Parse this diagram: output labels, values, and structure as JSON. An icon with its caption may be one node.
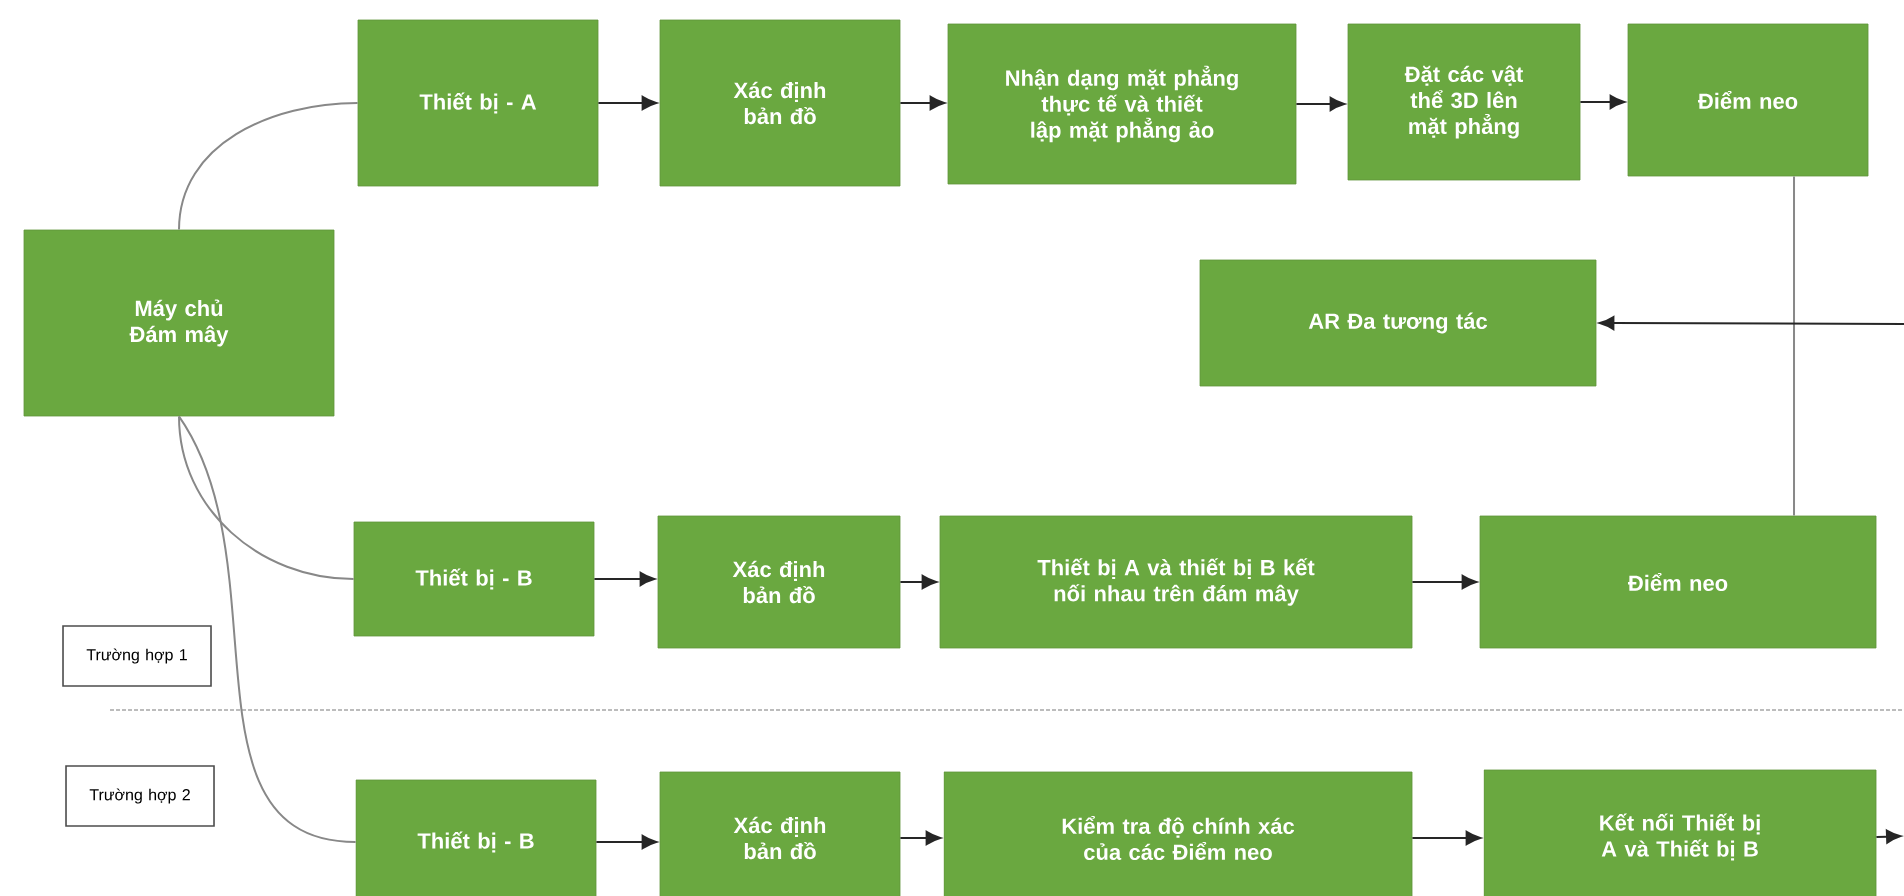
{
  "diagram": {
    "nodes": [
      {
        "text": [
          "Máy chủ Đám mây"
        ]
      },
      {
        "text": [
          "Thiết bị - A"
        ]
      },
      {
        "text": [
          "Xác định bản đồ"
        ]
      },
      {
        "text": [
          "Nhận dạng mặt phẳng thực tế và thiết lập mặt phẳng ảo"
        ]
      },
      {
        "text": [
          "Đặt các vật thể 3D lên mặt phẳng"
        ]
      },
      {
        "text": [
          "Điểm neo"
        ]
      },
      {
        "text": [
          "AR Đa tương tác"
        ]
      },
      {
        "text": [
          "Thiết bị - B"
        ]
      },
      {
        "text": [
          "Xác định bản đồ"
        ]
      },
      {
        "text": [
          "Thiết bị A và thiết bị B kết nối nhau trên đám mây"
        ]
      },
      {
        "text": [
          "Điểm neo"
        ]
      },
      {
        "text": [
          "Trường hợp 1"
        ]
      },
      {
        "text": [
          "Trường hợp 2"
        ]
      },
      {
        "text": [
          "Thiết bị - B"
        ]
      },
      {
        "text": [
          "Xác định bản đồ"
        ]
      },
      {
        "text": [
          "Kiểm tra độ chính xác của các Điểm neo"
        ]
      },
      {
        "text": [
          "Kết nối Thiết bị A và Thiết bị B"
        ]
      }
    ],
    "edges": [
      {
        "from": 0,
        "to": 1,
        "arrow": "none",
        "color": "#888888"
      },
      {
        "from": 0,
        "to": 7,
        "arrow": "none",
        "color": "#888888"
      },
      {
        "from": 0,
        "to": 13,
        "arrow": "none",
        "color": "#888888"
      },
      {
        "from": 1,
        "to": 2,
        "arrow": "to"
      },
      {
        "from": 2,
        "to": 3,
        "arrow": "to"
      },
      {
        "from": 3,
        "to": 4,
        "arrow": "to"
      },
      {
        "from": 4,
        "to": 5,
        "arrow": "to"
      },
      {
        "from": 5,
        "to": 10,
        "arrow": "none",
        "color": "#888888"
      },
      {
        "from": null,
        "to": 6,
        "arrow": "to"
      },
      {
        "from": 7,
        "to": 8,
        "arrow": "to"
      },
      {
        "from": 8,
        "to": 9,
        "arrow": "to"
      },
      {
        "from": 9,
        "to": 10,
        "arrow": "to"
      },
      {
        "from": 13,
        "to": 14,
        "arrow": "to"
      },
      {
        "from": 14,
        "to": 15,
        "arrow": "to"
      },
      {
        "from": 15,
        "to": 16,
        "arrow": "to"
      },
      {
        "from": 16,
        "to": null,
        "arrow": "to"
      }
    ]
  }
}
